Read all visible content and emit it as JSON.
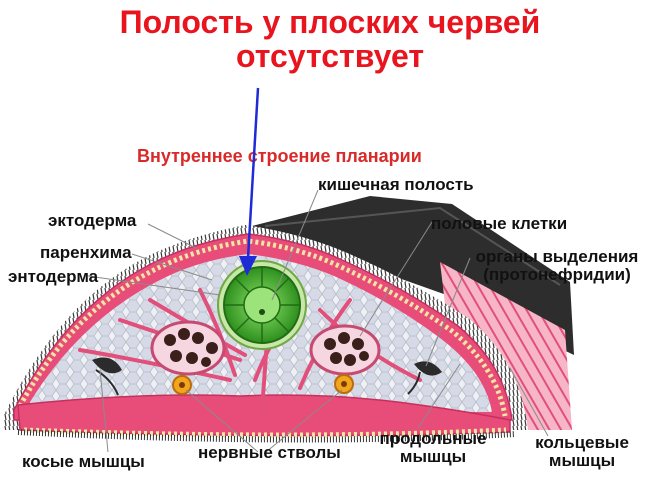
{
  "title": {
    "line1": "Полость  у плоских червей",
    "line2": "отсутствует"
  },
  "subtitle": "Внутреннее строение планарии",
  "labels": {
    "intestinal_cavity": "кишечная полость",
    "ectoderm": "эктодерма",
    "parenchyma": "паренхима",
    "endoderm": "энтодерма",
    "sex_cells": "половые клетки",
    "excretory_line1": "органы выделения",
    "excretory_line2": "(протонефридии)",
    "oblique_muscles": "косые мышцы",
    "nerve_trunks": "нервные стволы",
    "longitudinal_line1": "продольные",
    "longitudinal_line2": "мышцы",
    "circular_line1": "кольцевые",
    "circular_line2": "мышцы"
  },
  "colors": {
    "title": "#e8141e",
    "subtitle": "#d92a2a",
    "arrow": "#1f2bd6",
    "epidermis": "#e84d79",
    "parenchyma": "#f3c6d2",
    "gut": "#3ea12a",
    "cilia": "#333333"
  }
}
